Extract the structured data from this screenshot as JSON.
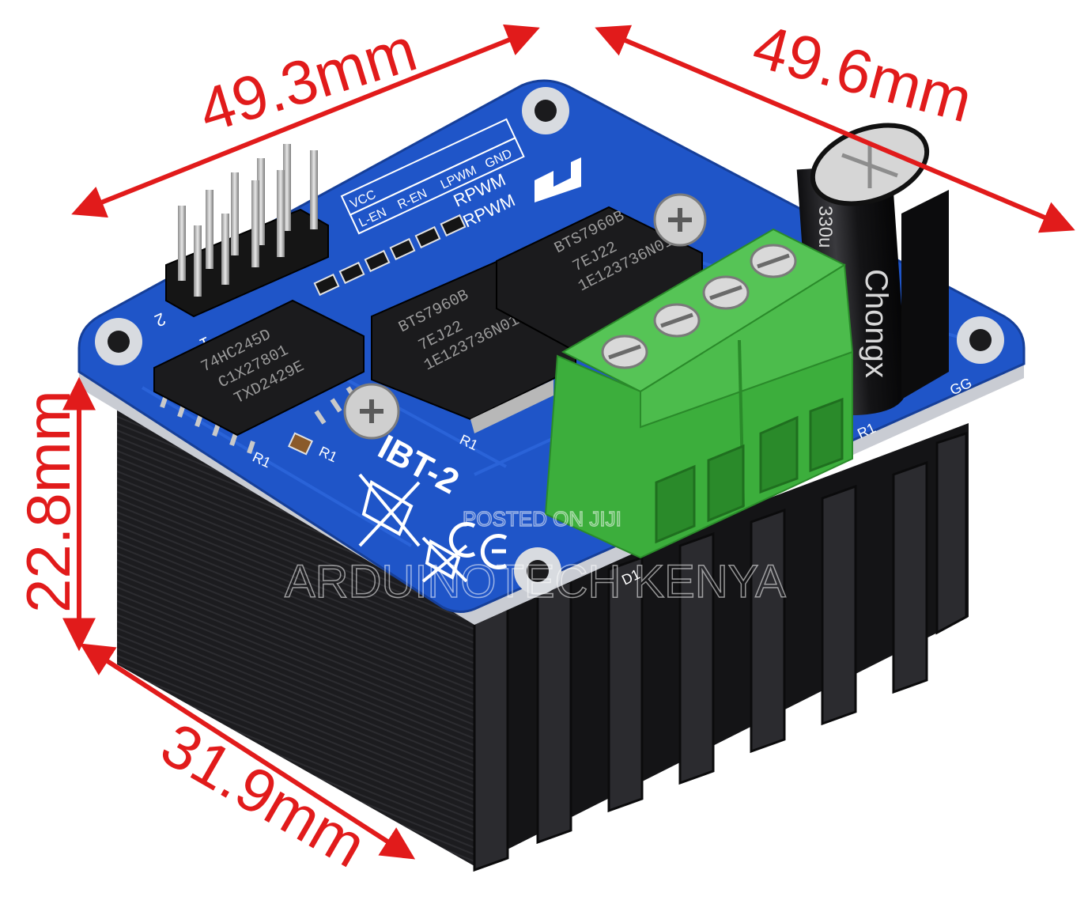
{
  "dimensions": {
    "top_left": "49.3mm",
    "top_right": "49.6mm",
    "left_height": "22.8mm",
    "bottom_left": "31.9mm"
  },
  "board": {
    "name": "IBT-2",
    "pin_labels": [
      "VCC",
      "L-EN",
      "R-EN",
      "LPWM",
      "GND"
    ],
    "rpwm_labels": [
      "RPWM",
      "RPWM"
    ],
    "ref_labels": [
      "R1",
      "R1",
      "R1",
      "R1",
      "D1",
      "GG"
    ],
    "header_labels": [
      "2",
      "1"
    ],
    "ic_74hc": [
      "74HC245D",
      "C1X27801",
      "TXD2429E"
    ],
    "driver_1": [
      "BTS7960B",
      "7EJ22",
      "1E123736N01"
    ],
    "driver_2": [
      "BTS7960B",
      "7EJ22",
      "1E123736N01"
    ],
    "capacitor_brand": "Chongx",
    "capacitor_value": "330u"
  },
  "watermark": {
    "line1": "POSTED ON JIJI",
    "line2": "ARDUINOTECH KENYA"
  },
  "colors": {
    "dimension": "#e11b1b",
    "pcb": "#1f55c8",
    "terminal": "#3cae3c",
    "heatsink": "#1b1b1d"
  }
}
